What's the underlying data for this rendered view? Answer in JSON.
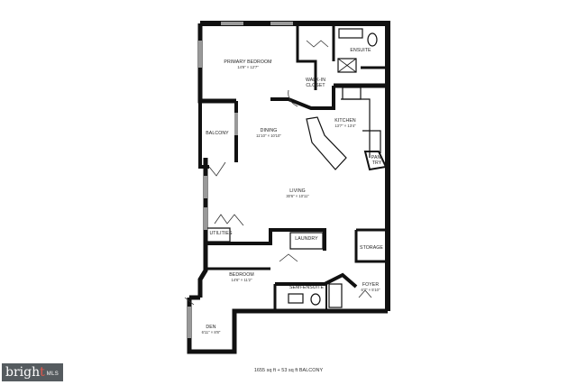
{
  "floorplan": {
    "rooms": [
      {
        "name": "PRIMARY BEDROOM",
        "dims": "14'9\" × 12'7\""
      },
      {
        "name": "ENSUITE",
        "dims": ""
      },
      {
        "name": "WALK-IN CLOSET",
        "dims": ""
      },
      {
        "name": "BALCONY",
        "dims": ""
      },
      {
        "name": "DINING",
        "dims": "11'10\" × 10'10\""
      },
      {
        "name": "KITCHEN",
        "dims": "13'7\" × 13'4\""
      },
      {
        "name": "PAN-TRY",
        "dims": ""
      },
      {
        "name": "LIVING",
        "dims": "30'6\" × 10'11\""
      },
      {
        "name": "UTILITIES",
        "dims": ""
      },
      {
        "name": "LAUNDRY",
        "dims": ""
      },
      {
        "name": "STORAGE",
        "dims": ""
      },
      {
        "name": "BEDROOM",
        "dims": "14'6\" × 11'2\""
      },
      {
        "name": "SEMI-ENSUITE",
        "dims": ""
      },
      {
        "name": "FOYER",
        "dims": "6'7\" × 5'10\""
      },
      {
        "name": "DEN",
        "dims": "6'11\" × 8'8\""
      }
    ],
    "footer": "1655 sq ft + 53 sq ft BALCONY"
  },
  "branding": {
    "logo_text": "brigh",
    "logo_dot": "t",
    "logo_suffix": "MLS",
    "logo_bg": "#555b5f"
  }
}
